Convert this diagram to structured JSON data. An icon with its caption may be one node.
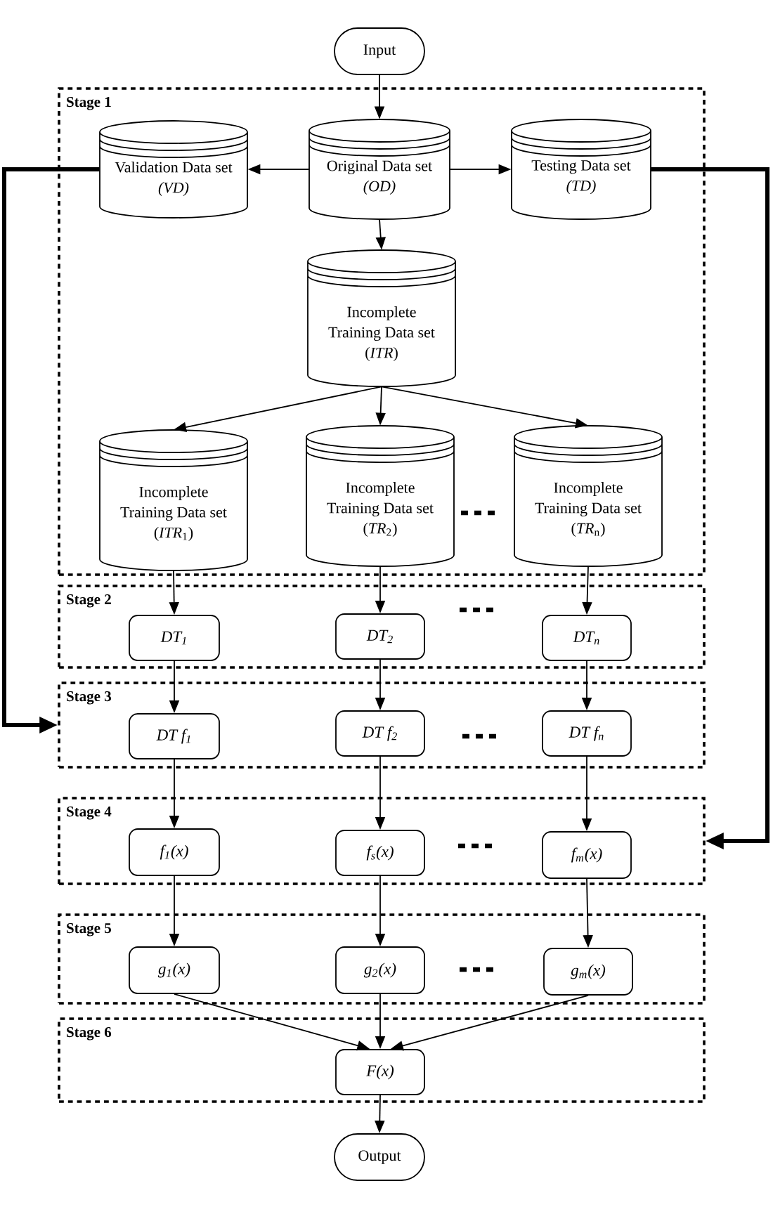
{
  "diagram": {
    "nodes": [
      {
        "text": [
          "Input"
        ]
      },
      {
        "text": [
          "Stage 1"
        ]
      },
      {
        "text": [
          "Validation Data set *(VD)*"
        ],
        "in": 1
      },
      {
        "text": [
          "Original Data set *(OD)*"
        ],
        "in": 1
      },
      {
        "text": [
          "Testing Data set *(TD)*"
        ],
        "in": 1
      },
      {
        "text": [
          "Incomplete Training Data set (*ITR*)"
        ],
        "in": 1
      },
      {
        "text": [
          "Incomplete Training Data set (*ITR*$_{1}$)"
        ],
        "in": 1
      },
      {
        "text": [
          "Incomplete Training Data set (*TR*$_{2}$)"
        ],
        "in": 1
      },
      {
        "text": [
          "Incomplete Training Data set (*TR*$_{n}$)"
        ],
        "in": 1
      },
      {
        "text": [
          "Stage 2"
        ]
      },
      {
        "text": [
          "DT$_{1}$"
        ],
        "in": 9
      },
      {
        "text": [
          "DT$_{2}$"
        ],
        "in": 9
      },
      {
        "text": [
          "DT$_{n}$"
        ],
        "in": 9
      },
      {
        "text": [
          "Stage 3"
        ]
      },
      {
        "text": [
          "DT f$_{1}$"
        ],
        "in": 13
      },
      {
        "text": [
          "DT f$_{2}$"
        ],
        "in": 13
      },
      {
        "text": [
          "DT f$_{n}$"
        ],
        "in": 13
      },
      {
        "text": [
          "Stage 4"
        ]
      },
      {
        "text": [
          "f$_{1}$(x)"
        ],
        "in": 17
      },
      {
        "text": [
          "f$_{s}$(x)"
        ],
        "in": 17
      },
      {
        "text": [
          "f$_{m}$(x)"
        ],
        "in": 17
      },
      {
        "text": [
          "Stage 5"
        ]
      },
      {
        "text": [
          "g$_{1}$(x)"
        ],
        "in": 21
      },
      {
        "text": [
          "g$_{2}$(x)"
        ],
        "in": 21
      },
      {
        "text": [
          "g$_{m}$(x)"
        ],
        "in": 21
      },
      {
        "text": [
          "Stage 6"
        ]
      },
      {
        "text": [
          "F(x)"
        ],
        "in": 25
      },
      {
        "text": [
          "Output"
        ]
      }
    ],
    "edges": [
      {
        "from": 0,
        "to": 3,
        "arrow": "to"
      },
      {
        "from": 3,
        "to": 2,
        "arrow": "to"
      },
      {
        "from": 3,
        "to": 4,
        "arrow": "to"
      },
      {
        "from": 3,
        "to": 5,
        "arrow": "to"
      },
      {
        "from": 5,
        "to": 6,
        "arrow": "to"
      },
      {
        "from": 5,
        "to": 7,
        "arrow": "to"
      },
      {
        "from": 5,
        "to": 8,
        "arrow": "to"
      },
      {
        "from": 6,
        "to": 10,
        "arrow": "to"
      },
      {
        "from": 7,
        "to": 11,
        "arrow": "to"
      },
      {
        "from": 8,
        "to": 12,
        "arrow": "to"
      },
      {
        "from": 10,
        "to": 14,
        "arrow": "to"
      },
      {
        "from": 11,
        "to": 15,
        "arrow": "to"
      },
      {
        "from": 12,
        "to": 16,
        "arrow": "to"
      },
      {
        "from": 14,
        "to": 18,
        "arrow": "to"
      },
      {
        "from": 15,
        "to": 19,
        "arrow": "to"
      },
      {
        "from": 16,
        "to": 20,
        "arrow": "to"
      },
      {
        "from": 18,
        "to": 22,
        "arrow": "to"
      },
      {
        "from": 19,
        "to": 23,
        "arrow": "to"
      },
      {
        "from": 20,
        "to": 24,
        "arrow": "to"
      },
      {
        "from": 22,
        "to": 26,
        "arrow": "to"
      },
      {
        "from": 23,
        "to": 26,
        "arrow": "to"
      },
      {
        "from": 24,
        "to": 26,
        "arrow": "to"
      },
      {
        "from": 26,
        "to": 27,
        "arrow": "to"
      },
      {
        "from": 2,
        "to": 13,
        "arrow": "to",
        "style": "thick"
      },
      {
        "from": 4,
        "to": 17,
        "arrow": "to",
        "style": "thick"
      }
    ]
  }
}
